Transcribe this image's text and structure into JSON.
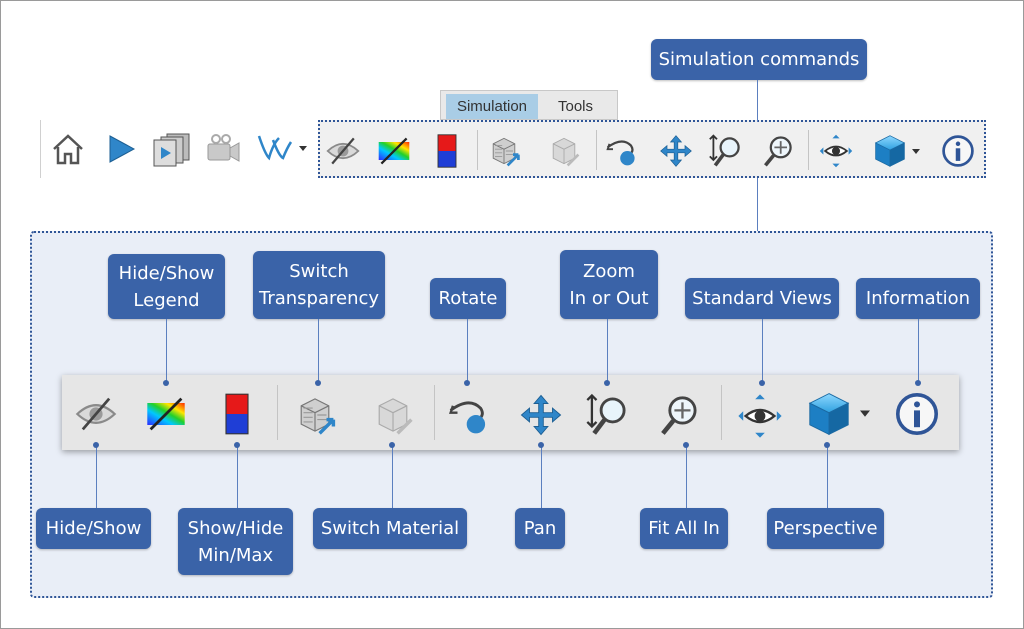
{
  "tabs": [
    {
      "label": "Simulation",
      "active": true
    },
    {
      "label": "Tools",
      "active": false
    }
  ],
  "callouts": {
    "simulation_commands": "Simulation commands",
    "hide_show_legend": [
      "Hide/Show",
      "Legend"
    ],
    "switch_transparency": [
      "Switch",
      "Transparency"
    ],
    "rotate": "Rotate",
    "zoom_in_out": [
      "Zoom",
      "In or Out"
    ],
    "standard_views": "Standard Views",
    "information": "Information",
    "hide_show": "Hide/Show",
    "show_hide_minmax": [
      "Show/Hide",
      "Min/Max"
    ],
    "switch_material": "Switch Material",
    "pan": "Pan",
    "fit_all_in": "Fit All In",
    "perspective": "Perspective"
  },
  "colors": {
    "callout_bg": "#3a63a8",
    "callout_text": "#ffffff",
    "dotted_border": "#2f5597",
    "panel_bg": "#e9eef7",
    "tab_active": "#a9cde6"
  },
  "icons": {
    "left_toolbar": [
      "home-icon",
      "play-icon",
      "film-strip-icon",
      "camera-icon",
      "curves-icon",
      "dropdown-arrow-icon"
    ],
    "simulation_toolbar": [
      "eye-slash-icon",
      "legend-slash-icon",
      "min-max-icon",
      "transparency-icon",
      "material-icon",
      "rotate-icon",
      "pan-icon",
      "zoom-icon",
      "fit-all-icon",
      "standard-views-icon",
      "perspective-cube-icon",
      "dropdown-arrow-icon",
      "info-icon"
    ]
  }
}
